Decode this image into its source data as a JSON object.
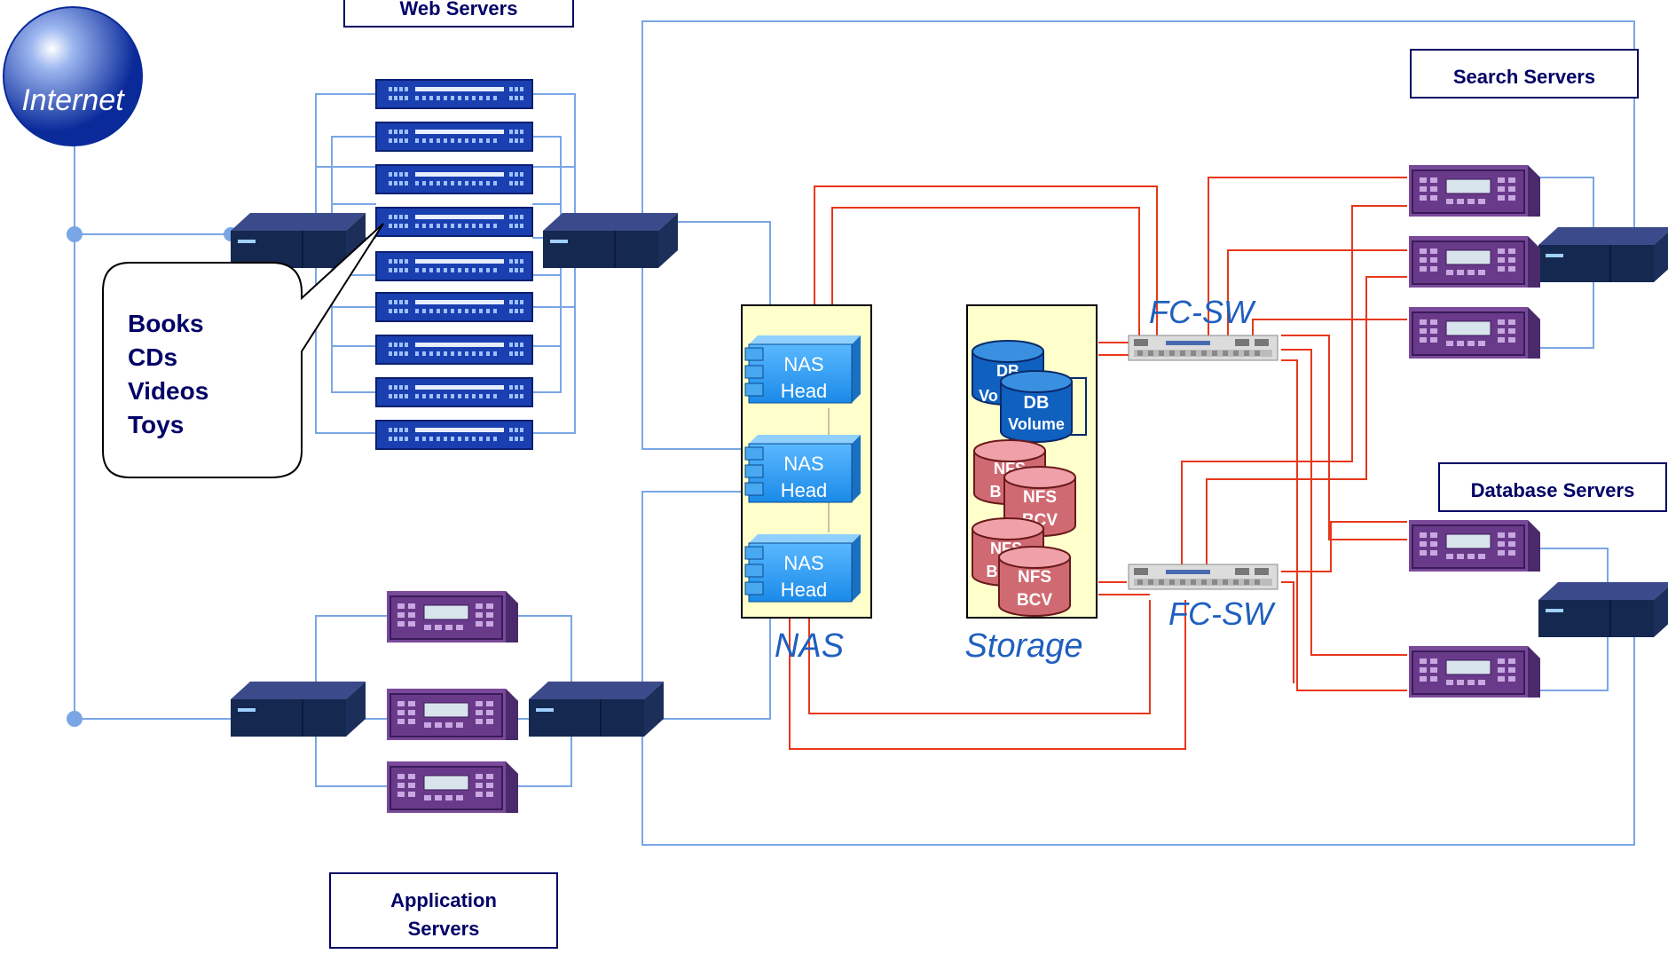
{
  "labels": {
    "internet": "Internet",
    "web_servers": "Web Servers",
    "search_servers": "Search Servers",
    "database_servers": "Database Servers",
    "application_servers_line1": "Application",
    "application_servers_line2": "Servers",
    "nas": "NAS",
    "storage": "Storage",
    "fc_sw_top": "FC-SW",
    "fc_sw_bottom": "FC-SW"
  },
  "callout": {
    "items": [
      "Books",
      "CDs",
      "Videos",
      "Toys"
    ]
  },
  "nas_heads": [
    {
      "line1": "NAS",
      "line2": "Head"
    },
    {
      "line1": "NAS",
      "line2": "Head"
    },
    {
      "line1": "NAS",
      "line2": "Head"
    }
  ],
  "volumes": {
    "db_back_1": "DB",
    "db_back_2": "Vo",
    "db_front_1": "DB",
    "db_front_2": "Volume",
    "nfs_back_1": "NFS",
    "nfs_back_2": "B",
    "nfs_front_1": "NFS",
    "nfs_front_2": "BCV",
    "nfs2_back_1": "NFS",
    "nfs2_back_2": "B",
    "nfs2_front_1": "NFS",
    "nfs2_front_2": "BCV"
  },
  "colors": {
    "blue_link": "#7aa6e6",
    "red_link": "#e8371b",
    "nas_panel": "#ffffcc",
    "web_server": "#1a3fb0",
    "app_server": "#6a3a8a",
    "switch": "#1c2e5a",
    "internet": "#0a2a9a",
    "label_text": "#000066",
    "italic_label": "#1f5fbf"
  },
  "icons": [
    "globe-icon",
    "rack-server-icon",
    "switch-icon",
    "app-server-icon",
    "nas-head-icon",
    "db-cylinder-icon",
    "fc-switch-icon"
  ]
}
